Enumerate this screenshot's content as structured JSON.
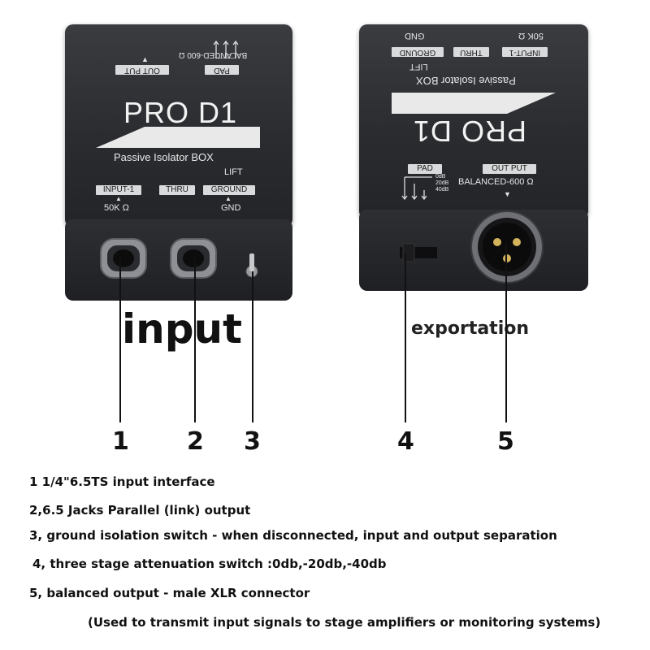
{
  "left_device": {
    "logo": "PRO D1",
    "subtitle": "Passive Isolator BOX",
    "top_output_plate": "OUT PUT",
    "top_balanced": "BALANCED-600 Ω",
    "top_pad_plate": "PAD",
    "plates": [
      "INPUT-1",
      "THRU",
      "GROUND"
    ],
    "lift": "LIFT",
    "impedance": "50K Ω",
    "gnd": "GND"
  },
  "right_device": {
    "logo": "PRO D1",
    "subtitle": "Passive Isolator BOX",
    "top_plates": [
      "GROUND",
      "THRU",
      "INPUT-1"
    ],
    "top_gnd": "GND",
    "top_lift": "LIFT",
    "top_impedance": "50K Ω",
    "pad_plate": "PAD",
    "pad_levels": [
      "0dB",
      "20dB",
      "40dB"
    ],
    "output_plate": "OUT PUT",
    "balanced": "BALANCED-600 Ω"
  },
  "labels": {
    "input": "input",
    "exportation": "exportation"
  },
  "numbers": [
    "1",
    "2",
    "3",
    "4",
    "5"
  ],
  "descriptions": [
    "1 1/4\"6.5TS input interface",
    "2,6.5 Jacks Parallel (link) output",
    "3, ground isolation switch - when disconnected, input and output separation",
    "4, three stage attenuation switch :0db,-20db,-40db",
    "5, balanced output - male XLR connector",
    "(Used to transmit input signals to stage amplifiers or monitoring systems)"
  ]
}
